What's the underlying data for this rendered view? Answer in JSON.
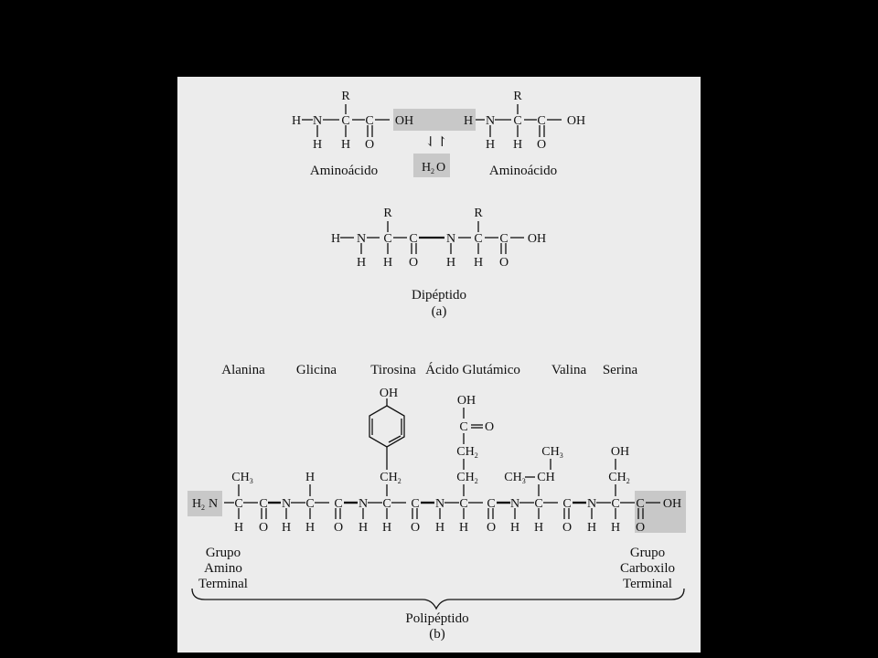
{
  "colors": {
    "background": "#000000",
    "panel": "#ececec",
    "highlight": "#c8c8c8",
    "ink": "#111111"
  },
  "part_a": {
    "reactant_1": {
      "r": "R",
      "h_left": "H",
      "n": "N",
      "c_alpha": "C",
      "c_carbonyl": "C",
      "oh": "OH",
      "h_n": "H",
      "h_c": "H",
      "o": "O",
      "label": "Aminoácido"
    },
    "reactant_2": {
      "r": "R",
      "h_left": "H",
      "n": "N",
      "c_alpha": "C",
      "c_carbonyl": "C",
      "oh": "OH",
      "h_n": "H",
      "h_c": "H",
      "o": "O",
      "label": "Aminoácido"
    },
    "equilibrium_arrows": "⇃↾",
    "water": {
      "h": "H",
      "sub": "2",
      "o": "O"
    },
    "dipeptide": {
      "r1": "R",
      "r2": "R",
      "h": "H",
      "n1": "N",
      "c1": "C",
      "c2": "C",
      "n2": "N",
      "c3": "C",
      "c4": "C",
      "oh": "OH",
      "below": [
        "H",
        "H",
        "O",
        "H",
        "H",
        "O"
      ],
      "label": "Dipéptido",
      "caption": "(a)"
    }
  },
  "part_b": {
    "residue_names": [
      "Alanina",
      "Glicina",
      "Tirosina",
      "Ácido Glutámico",
      "Valina",
      "Serina"
    ],
    "amino_terminus": {
      "h": "H",
      "sub": "2",
      "n": "N"
    },
    "backbone_atoms": [
      "C",
      "C",
      "N",
      "C",
      "C",
      "N",
      "C",
      "C",
      "N",
      "C",
      "C",
      "N",
      "C",
      "C",
      "N",
      "C",
      "C"
    ],
    "carboxyl_oh": "OH",
    "below_atoms": [
      "H",
      "O",
      "H",
      "H",
      "O",
      "H",
      "H",
      "O",
      "H",
      "H",
      "O",
      "H",
      "H",
      "O",
      "H",
      "H",
      "O"
    ],
    "side_chains": {
      "alanina": [
        "CH",
        "3"
      ],
      "glicina": "H",
      "tirosina": {
        "top": "OH",
        "ch2": [
          "CH",
          "2"
        ]
      },
      "glutamico": {
        "oh": "OH",
        "c": "C",
        "o": "O",
        "ch2a": [
          "CH",
          "2"
        ],
        "ch2b": [
          "CH",
          "2"
        ]
      },
      "valina": {
        "ch3_top": [
          "CH",
          "3"
        ],
        "ch3_left": [
          "CH",
          "3"
        ],
        "ch": "CH"
      },
      "serina": {
        "oh": "OH",
        "ch2": [
          "CH",
          "2"
        ]
      }
    },
    "left_label": [
      "Grupo",
      "Amino",
      "Terminal"
    ],
    "right_label": [
      "Grupo",
      "Carboxilo",
      "Terminal"
    ],
    "label": "Polipéptido",
    "caption": "(b)"
  }
}
